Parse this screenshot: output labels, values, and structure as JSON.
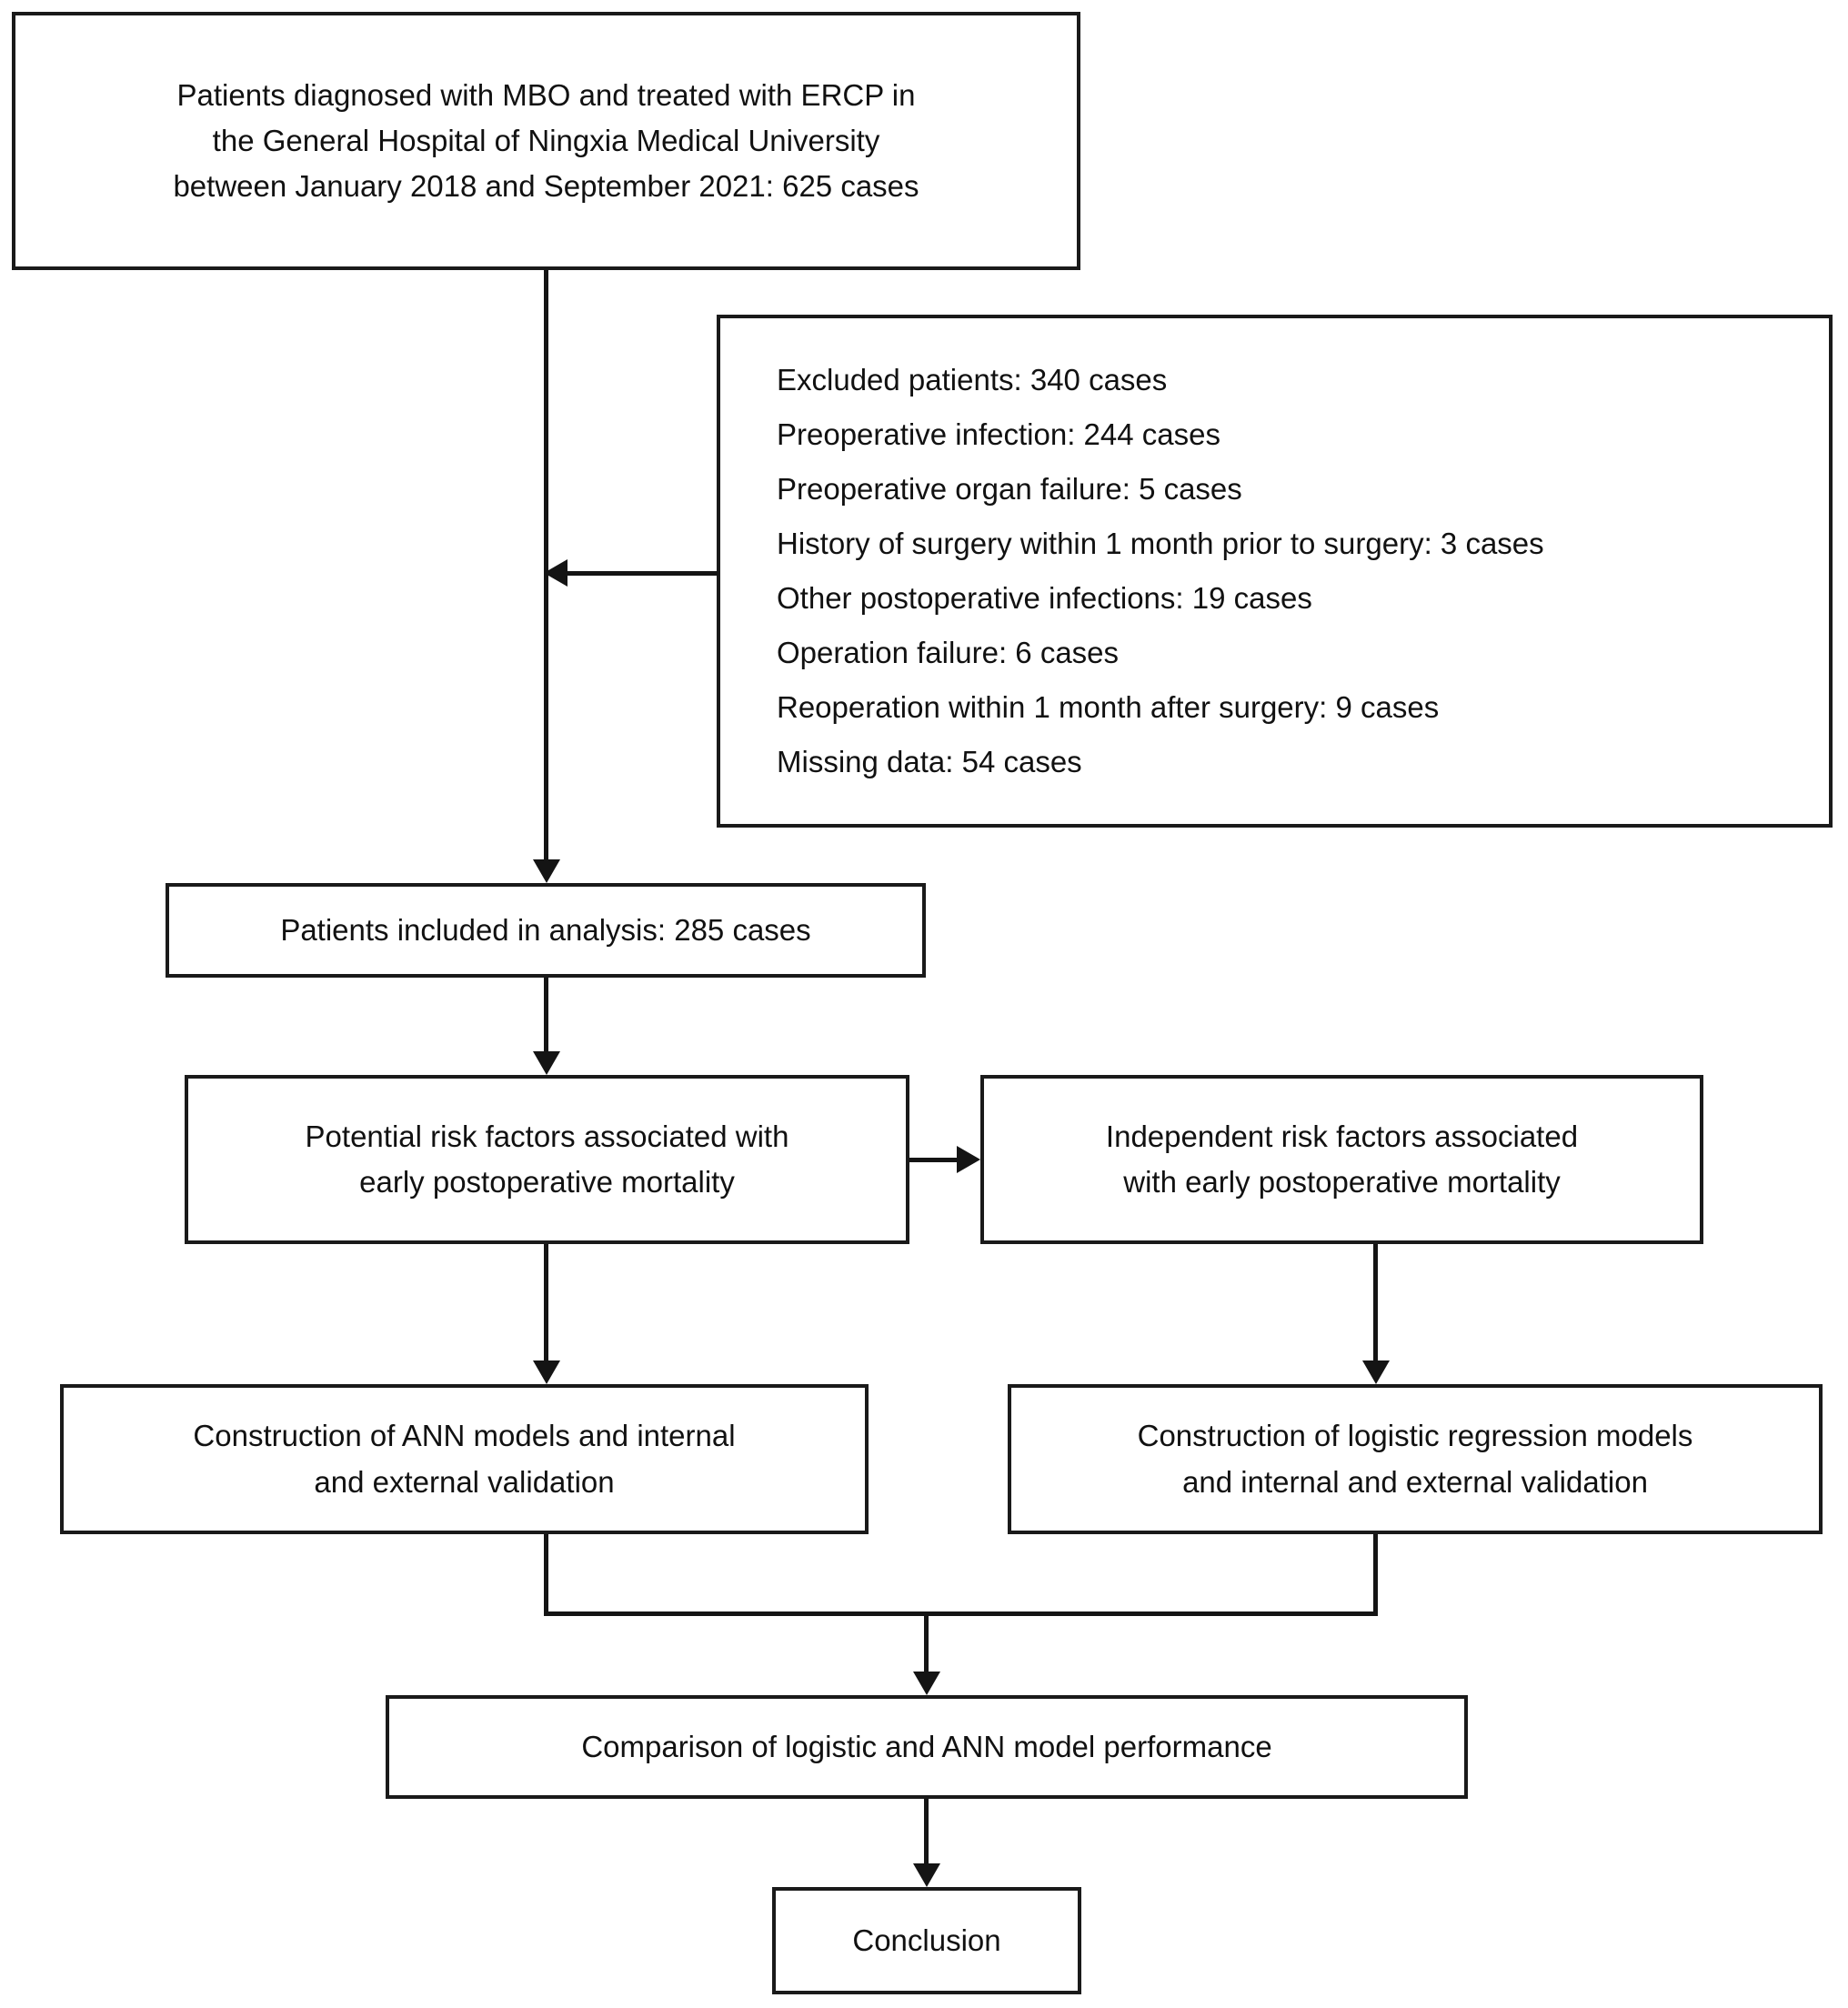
{
  "diagram": {
    "title": "Patient selection and model development flowchart",
    "type": "flowchart",
    "line_color": "#141414",
    "box_border_color": "#1a1a1a",
    "background_color": "#ffffff",
    "text_color": "#111111"
  },
  "nodes": {
    "source_cohort": {
      "id": "source-cohort",
      "lines": [
        "Patients diagnosed with MBO and treated with ERCP in",
        "the General Hospital of Ningxia Medical University",
        "between January 2018 and September 2021: 625 cases"
      ],
      "count": "625 cases"
    },
    "exclusions": {
      "id": "excluded-patients",
      "lines": [
        "Excluded patients: 340 cases",
        "Preoperative infection: 244 cases",
        "Preoperative organ failure: 5 cases",
        "History of surgery within 1 month prior to surgery: 3 cases",
        "Other postoperative infections: 19 cases",
        "Operation failure: 6 cases",
        "Reoperation within 1 month after surgery: 9 cases",
        "Missing data: 54 cases"
      ],
      "total": "340 cases"
    },
    "included": {
      "id": "patients-included",
      "lines": [
        "Patients included in analysis: 285 cases"
      ],
      "count": "285 cases"
    },
    "potential_risk": {
      "id": "potential-risk-factors",
      "lines": [
        "Potential risk factors associated with",
        "early postoperative mortality"
      ]
    },
    "independent_risk": {
      "id": "independent-risk-factors",
      "lines": [
        "Independent risk factors associated",
        "with early postoperative mortality"
      ]
    },
    "ann_models": {
      "id": "ann-model-construction",
      "lines": [
        "Construction of ANN models and internal",
        "and external validation"
      ]
    },
    "logistic_models": {
      "id": "logistic-model-construction",
      "lines": [
        "Construction of logistic regression models",
        "and internal and external validation"
      ]
    },
    "comparison": {
      "id": "model-comparison",
      "lines": [
        "Comparison of logistic and ANN model performance"
      ]
    },
    "conclusion": {
      "id": "conclusion",
      "lines": [
        "Conclusion"
      ]
    }
  },
  "edges": [
    {
      "from": "source_cohort",
      "to": "included",
      "style": "straight-down-arrow"
    },
    {
      "from": "exclusions",
      "to": "main_spine",
      "style": "left-arrow"
    },
    {
      "from": "included",
      "to": "potential_risk",
      "style": "straight-down-arrow"
    },
    {
      "from": "potential_risk",
      "to": "independent_risk",
      "style": "right-arrow"
    },
    {
      "from": "potential_risk",
      "to": "ann_models",
      "style": "straight-down-arrow"
    },
    {
      "from": "independent_risk",
      "to": "logistic_models",
      "style": "straight-down-arrow"
    },
    {
      "from": "ann_models",
      "to": "comparison",
      "style": "merge-down-arrow"
    },
    {
      "from": "logistic_models",
      "to": "comparison",
      "style": "merge-down-arrow"
    },
    {
      "from": "comparison",
      "to": "conclusion",
      "style": "straight-down-arrow"
    }
  ]
}
